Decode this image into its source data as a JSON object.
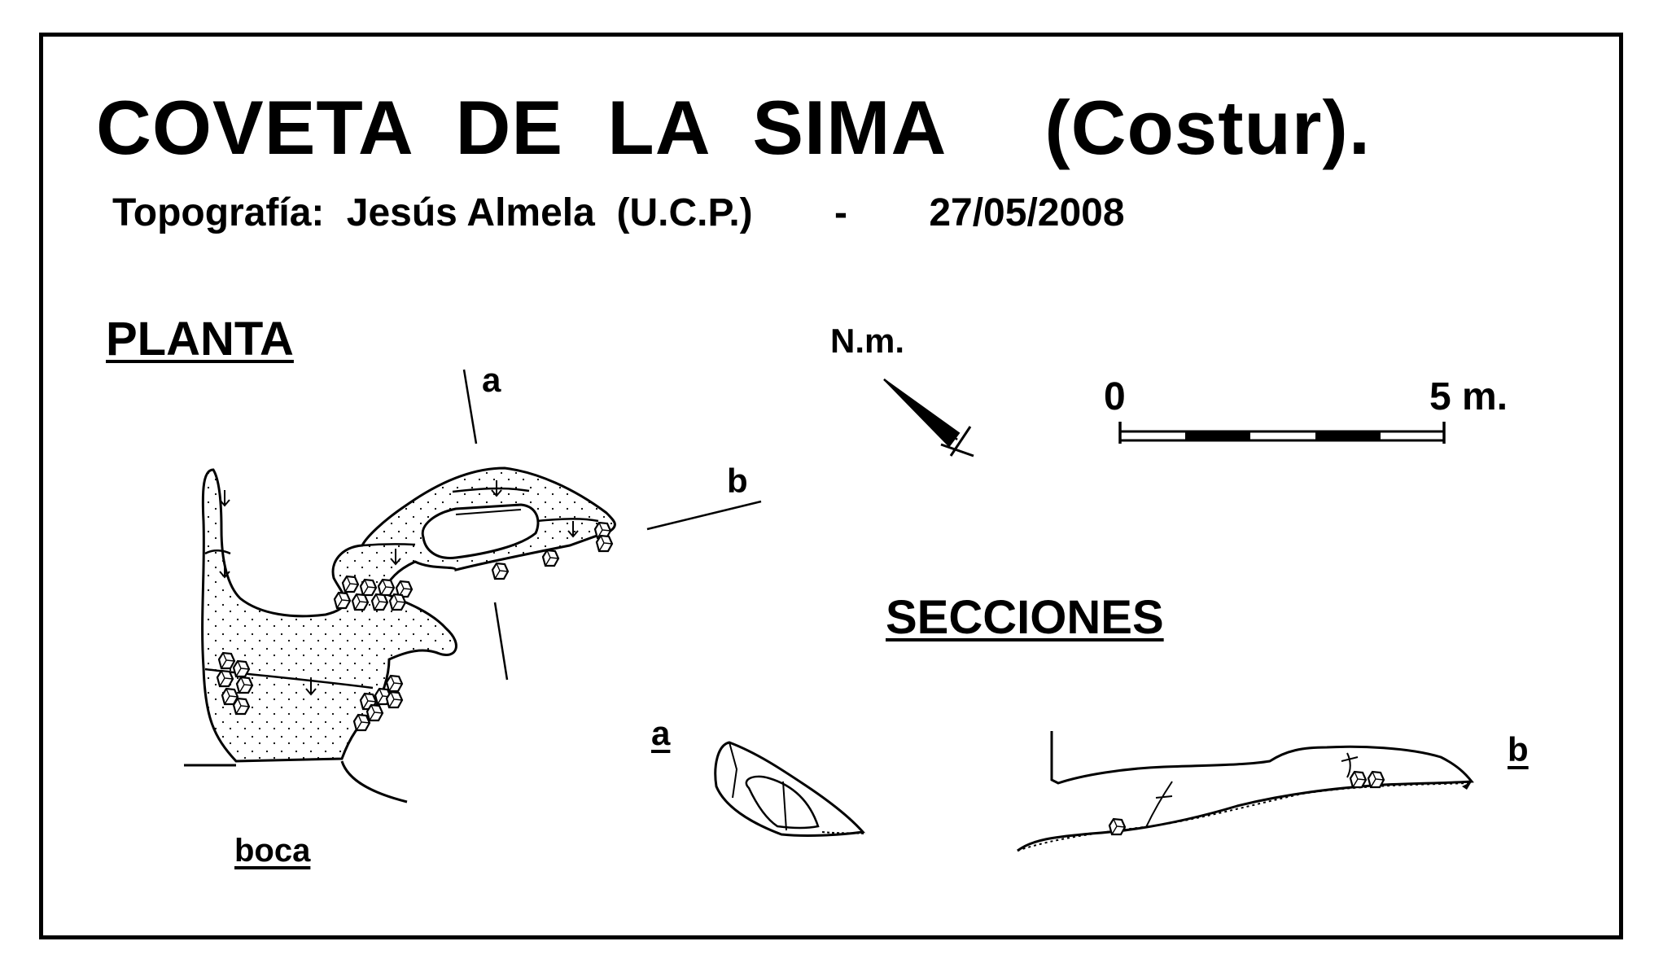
{
  "header": {
    "title_main": "COVETA  DE  LA  SIMA",
    "title_place": "(Costur).",
    "survey_label": "Topografía:",
    "surveyor": "Jesús Almela  (U.C.P.)",
    "separator": "-",
    "date": "27/05/2008"
  },
  "plan": {
    "heading": "PLANTA",
    "entrance_label": "boca",
    "section_a_label": "a",
    "section_b_label": "b"
  },
  "north": {
    "label": "N.m."
  },
  "scale": {
    "start_label": "0",
    "end_label": "5 m."
  },
  "sections": {
    "heading": "SECCIONES",
    "a_label": "a",
    "b_label": "b"
  },
  "colors": {
    "ink": "#000000",
    "paper": "#ffffff"
  }
}
